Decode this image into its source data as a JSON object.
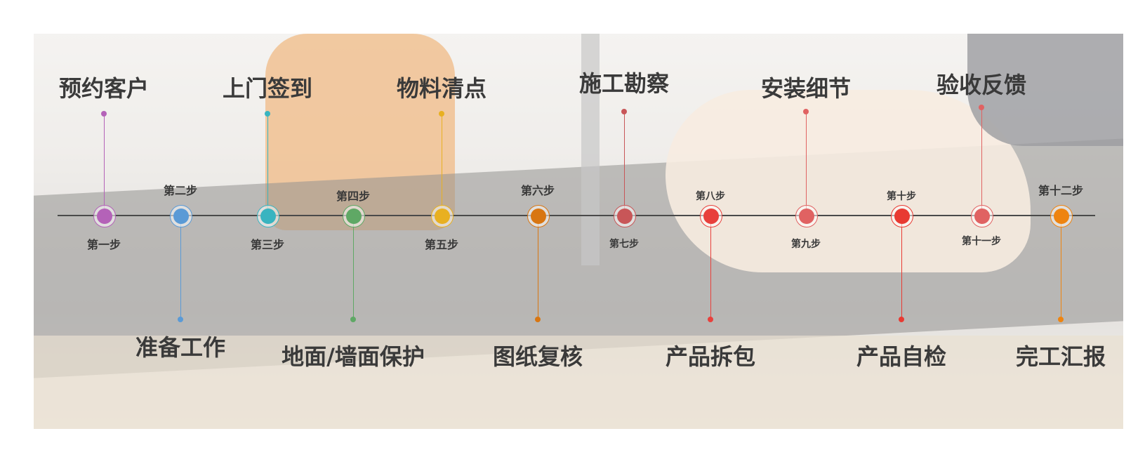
{
  "steps": [
    {
      "step": "第一步",
      "title": "预约客户",
      "color": "#b462b8"
    },
    {
      "step": "第二步",
      "title": "准备工作",
      "color": "#5a9ad6"
    },
    {
      "step": "第三步",
      "title": "上门签到",
      "color": "#39b4c0"
    },
    {
      "step": "第四步",
      "title": "地面/墙面保护",
      "color": "#5fa865"
    },
    {
      "step": "第五步",
      "title": "物料清点",
      "color": "#e8b021"
    },
    {
      "step": "第六步",
      "title": "图纸复核",
      "color": "#d87612"
    },
    {
      "step": "第七步",
      "title": "施工勘察",
      "color": "#c85658"
    },
    {
      "step": "第八步",
      "title": "产品拆包",
      "color": "#e8403c"
    },
    {
      "step": "第九步",
      "title": "安装细节",
      "color": "#e06262"
    },
    {
      "step": "第十步",
      "title": "产品自检",
      "color": "#e83a32"
    },
    {
      "step": "第十一步",
      "title": "验收反馈",
      "color": "#e06262"
    },
    {
      "step": "第十二步",
      "title": "完工汇报",
      "color": "#ee8410"
    }
  ]
}
